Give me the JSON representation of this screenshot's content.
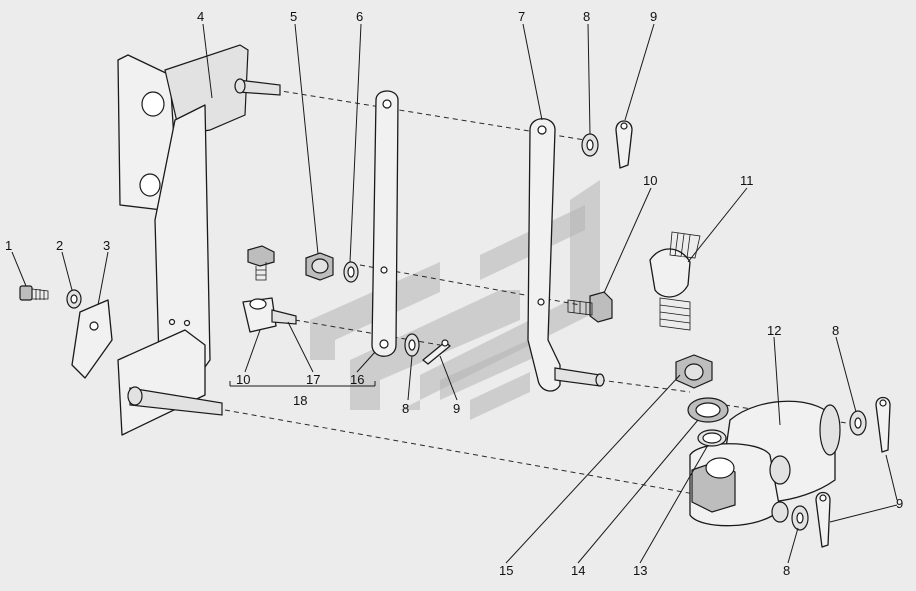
{
  "callouts": {
    "c1": "1",
    "c2": "2",
    "c3": "3",
    "c4": "4",
    "c5": "5",
    "c6": "6",
    "c7": "7",
    "c8a": "8",
    "c9a": "9",
    "c10a": "10",
    "c11": "11",
    "c12": "12",
    "c8b": "8",
    "c10b": "10",
    "c17": "17",
    "c16": "16",
    "c18": "18",
    "c8c": "8",
    "c9b": "9",
    "c15": "15",
    "c14": "14",
    "c13": "13",
    "c8d": "8",
    "c9c": "9"
  },
  "colors": {
    "background": "#ececec",
    "line": "#1a1a1a",
    "watermark": "#b5b5b5"
  }
}
